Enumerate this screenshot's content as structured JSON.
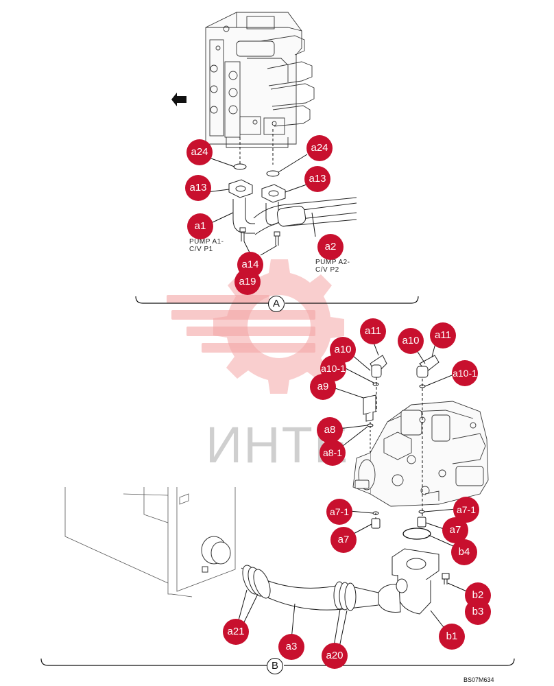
{
  "watermark": {
    "text": "ИНТЕ"
  },
  "sections": {
    "a": "A",
    "b": "B"
  },
  "labels": {
    "pump_a1": [
      "PUMP A1-",
      "C/V P1"
    ],
    "pump_a2": [
      "PUMP A2-",
      "C/V P2"
    ]
  },
  "callouts": {
    "a24_left": "a24",
    "a24_right": "a24",
    "a13_left": "a13",
    "a13_right": "a13",
    "a1": "a1",
    "a2": "a2",
    "a14": "a14",
    "a19": "a19",
    "a11_left": "a11",
    "a10_left": "a10",
    "a10_1_left": "a10-1",
    "a10_right": "a10",
    "a11_right": "a11",
    "a10_1_right": "a10-1",
    "a9": "a9",
    "a8": "a8",
    "a8_1": "a8-1",
    "a7_1_left": "a7-1",
    "a7_left": "a7",
    "a7_1_right": "a7-1",
    "a7_right": "a7",
    "b4": "b4",
    "b2": "b2",
    "b3": "b3",
    "b1": "b1",
    "a21": "a21",
    "a3": "a3",
    "a20": "a20"
  },
  "drawing_code": "BS07M634",
  "colors": {
    "marker": "#c8102e",
    "line": "#111111",
    "watermark": "#f4a6a6"
  }
}
